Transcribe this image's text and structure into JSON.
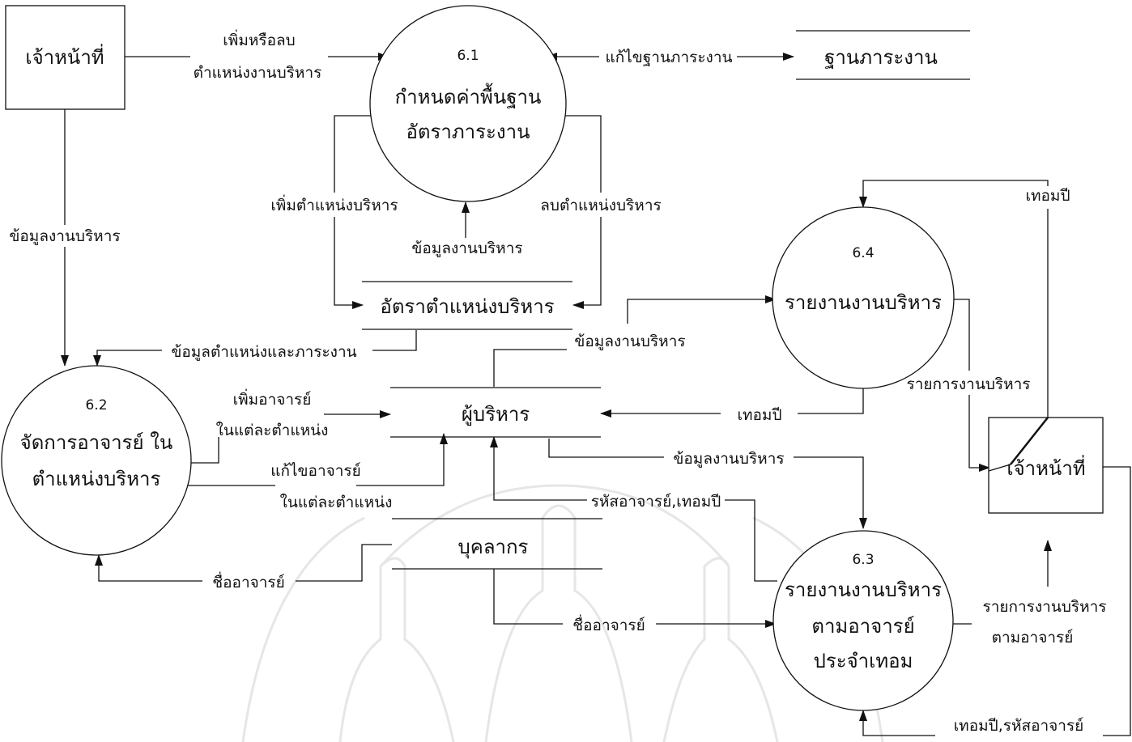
{
  "external": {
    "staff_top": "เจ้าหน้าที่",
    "staff_right": "เจ้าหน้าที่"
  },
  "processes": {
    "p61": {
      "number": "6.1",
      "line1": "กำหนดค่าพื้นฐาน",
      "line2": "อัตราภาระงาน"
    },
    "p62": {
      "number": "6.2",
      "line1": "จัดการอาจารย์ ใน",
      "line2": "ตำแหน่งบริหาร"
    },
    "p63": {
      "number": "6.3",
      "line1": "รายงานงานบริหาร",
      "line2": "ตามอาจารย์",
      "line3": "ประจำเทอม"
    },
    "p64": {
      "number": "6.4",
      "line1": "รายงานงานบริหาร"
    }
  },
  "datastores": {
    "workload_base": "ฐานภาระงาน",
    "admin_rate": "อัตราตำแหน่งบริหาร",
    "executives": "ผู้บริหาร",
    "personnel": "บุคลากร"
  },
  "flows": {
    "add_delete_line1": "เพิ่มหรือลบ",
    "add_delete_line2": "ตำแหน่งงานบริหาร",
    "edit_workload_base": "แก้ไขฐานภาระงาน",
    "admin_work_data_left": "ข้อมูลงานบริหาร",
    "add_admin_position": "เพิ่มตำแหน่งบริหาร",
    "delete_admin_position": "ลบตำแหน่งบริหาร",
    "admin_work_data_to61": "ข้อมูลงานบริหาร",
    "position_workload_data": "ข้อมูลตำแหน่งและภาระงาน",
    "admin_work_data_to64": "ข้อมูลงานบริหาร",
    "add_teacher_line1": "เพิ่มอาจารย์",
    "add_teacher_line2": "ในแต่ละตำแหน่ง",
    "edit_teacher_line1": "แก้ไขอาจารย์",
    "edit_teacher_line2": "ในแต่ละตำแหน่ง",
    "teacher_name_to62": "ชื่ออาจารย์",
    "term_year_to_exec": "เทอมปี",
    "admin_work_data_to63": "ข้อมูลงานบริหาร",
    "teacher_id_term": "รหัสอาจารย์,เทอมปี",
    "teacher_name_to63": "ชื่ออาจารย์",
    "admin_list": "รายการงานบริหาร",
    "term_year_top": "เทอมปี",
    "admin_list_by_teacher_line1": "รายการงานบริหาร",
    "admin_list_by_teacher_line2": "ตามอาจารย์",
    "term_teacher_id_bottom": "เทอมปี,รหัสอาจารย์"
  }
}
